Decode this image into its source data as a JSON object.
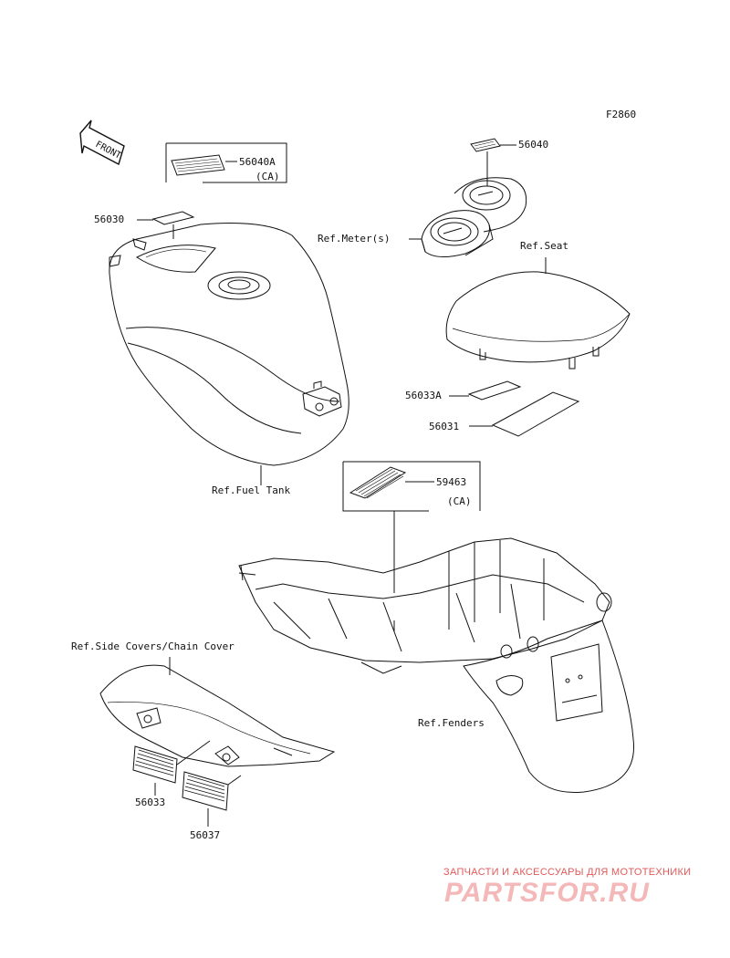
{
  "figure_code": "F2860",
  "front_label": "FRONT",
  "callouts": {
    "p56040A": "56040A",
    "p56040A_note": "(CA)",
    "p56030": "56030",
    "p56040": "56040",
    "ref_meter": "Ref.Meter(s)",
    "ref_seat": "Ref.Seat",
    "p56033A": "56033A",
    "p56031": "56031",
    "ref_fuel_tank": "Ref.Fuel Tank",
    "p59463": "59463",
    "p59463_note": "(CA)",
    "ref_side_covers": "Ref.Side Covers/Chain Cover",
    "ref_fenders": "Ref.Fenders",
    "p56033": "56033",
    "p56037": "56037"
  },
  "watermark": {
    "tagline": "ЗАПЧАСТИ И АКСЕССУАРЫ ДЛЯ МОТОТЕХНИКИ",
    "brand": "PARTSFOR.RU"
  },
  "colors": {
    "line": "#111111",
    "watermark_tagline": "#e05a5a",
    "watermark_brand": "#f4b8b8"
  }
}
